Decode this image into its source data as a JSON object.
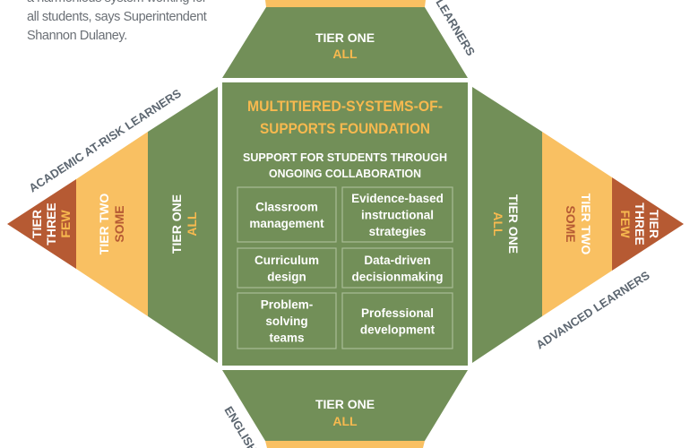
{
  "intro_lines": [
    "a harmonious system working for",
    "all students, says Superintendent",
    "Shannon Dulaney."
  ],
  "colors": {
    "green": "#728f58",
    "orange": "#f9c062",
    "rust": "#b65a33",
    "label": "#5c6670"
  },
  "top": {
    "tier": "TIER ONE",
    "level": "ALL",
    "edge_label": "LEARNERS"
  },
  "bottom": {
    "tier": "TIER ONE",
    "level": "ALL",
    "edge_label": "ENGLISH"
  },
  "left": {
    "edge_label": "ACADEMIC AT-RISK LEARNERS",
    "tier_three": {
      "line1": "TIER",
      "line2": "THREE",
      "level": "FEW"
    },
    "tier_two": {
      "tier": "TIER TWO",
      "level": "SOME"
    },
    "tier_one": {
      "tier": "TIER ONE",
      "level": "ALL"
    }
  },
  "right": {
    "edge_label": "ADVANCED LEARNERS",
    "tier_three": {
      "line1": "TIER",
      "line2": "THREE",
      "level": "FEW"
    },
    "tier_two": {
      "tier": "TIER TWO",
      "level": "SOME"
    },
    "tier_one": {
      "tier": "TIER ONE",
      "level": "ALL"
    }
  },
  "center": {
    "title_lines": [
      "MULTITIERED-SYSTEMS-OF-",
      "SUPPORTS FOUNDATION"
    ],
    "subtitle_lines": [
      "SUPPORT FOR STUDENTS THROUGH",
      "ONGOING COLLABORATION"
    ],
    "cells": [
      {
        "lines": [
          "Classroom",
          "management"
        ]
      },
      {
        "lines": [
          "Evidence-based",
          "instructional",
          "strategies"
        ]
      },
      {
        "lines": [
          "Curriculum",
          "design"
        ]
      },
      {
        "lines": [
          "Data-driven",
          "decisionmaking"
        ]
      },
      {
        "lines": [
          "Problem-",
          "solving",
          "teams"
        ]
      },
      {
        "lines": [
          "Professional",
          "development"
        ]
      }
    ]
  }
}
